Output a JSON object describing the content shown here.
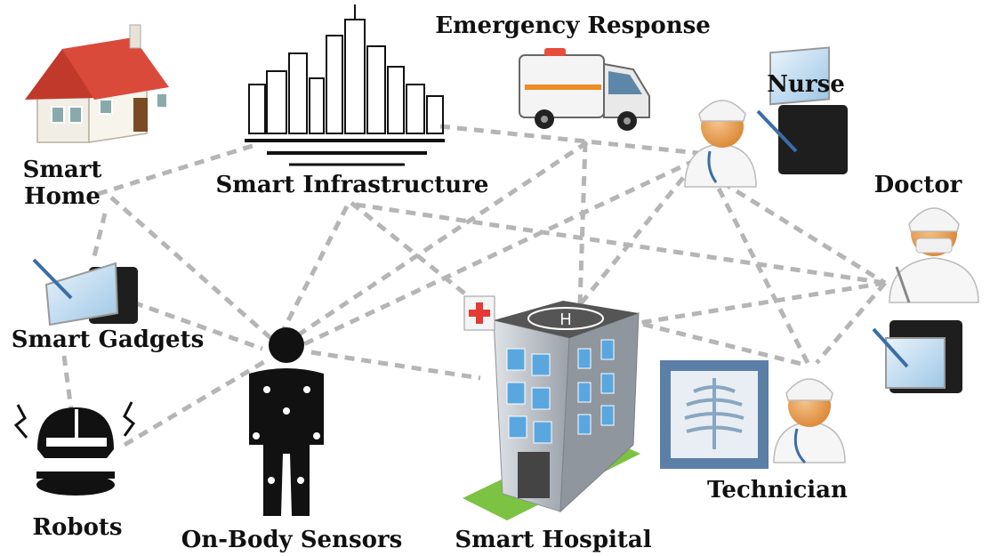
{
  "labels": {
    "smart_home": [
      "Smart",
      "Home"
    ],
    "smart_infrastructure": "Smart Infrastructure",
    "emergency_response": "Emergency Response",
    "nurse": "Nurse",
    "doctor": "Doctor",
    "smart_gadgets": "Smart Gadgets",
    "robots": "Robots",
    "on_body_sensors": "On-Body Sensors",
    "smart_hospital": "Smart Hospital",
    "technician": "Technician"
  },
  "hospital_sign": "H",
  "colors": {
    "connector": "#b5b5b5",
    "roof": "#c0392b",
    "hospital_wall": "#b9bec4",
    "hospital_window": "#5aa7e0",
    "xray_frame": "#5b7fa6",
    "skin": "#e8a15a",
    "grass": "#7cc243"
  }
}
